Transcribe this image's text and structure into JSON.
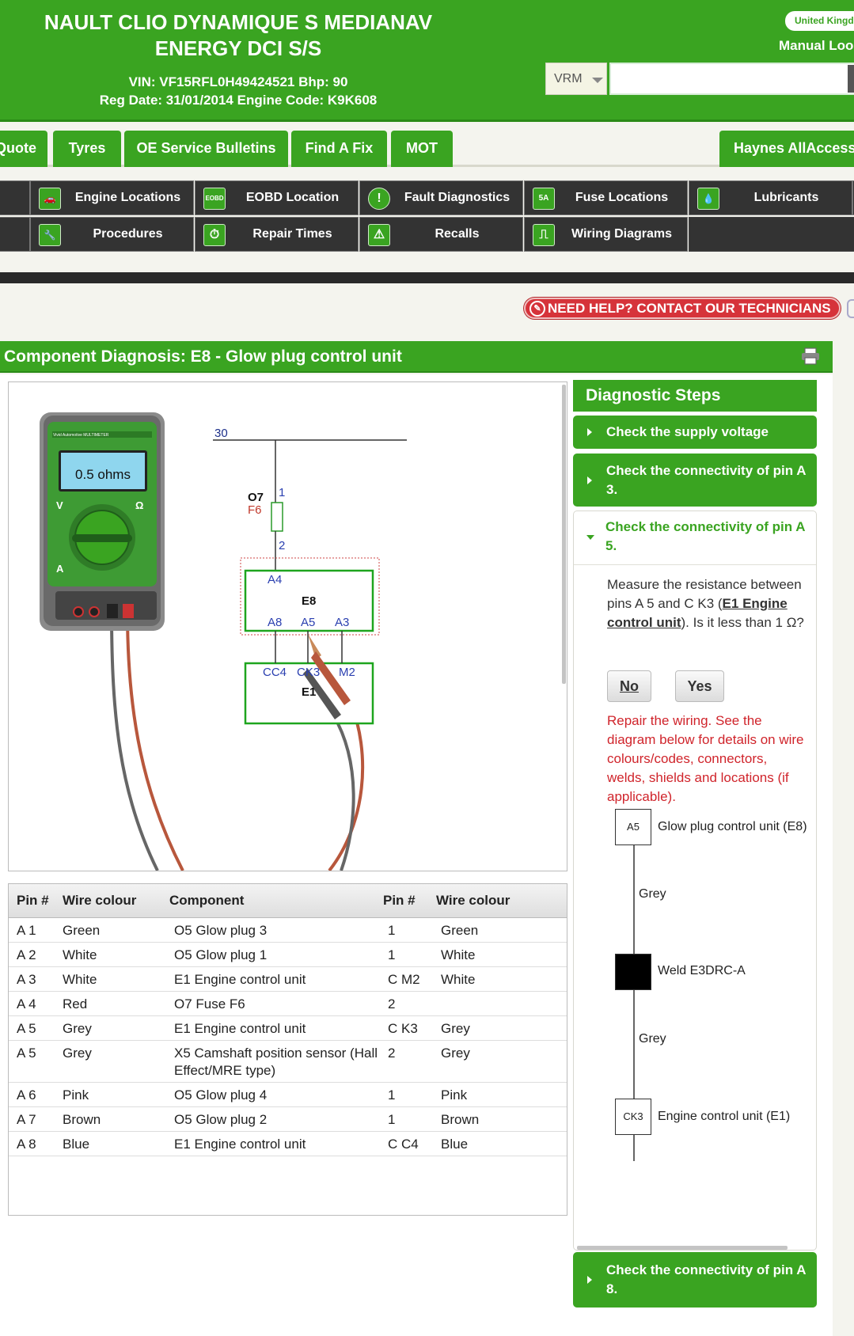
{
  "header": {
    "title": "NAULT CLIO DYNAMIQUE S MEDIANAV ENERGY DCI S/S",
    "vin_line": "VIN: VF15RFL0H49424521  Bhp: 90",
    "reg_line": "Reg Date: 31/01/2014  Engine Code: K9K608",
    "country": "United Kingdo",
    "manual_lookup": "Manual Look",
    "vrm_label": "VRM",
    "vrm_value": ""
  },
  "tabs": [
    {
      "label": "Quote"
    },
    {
      "label": "Tyres"
    },
    {
      "label": "OE Service Bulletins"
    },
    {
      "label": "Find A Fix"
    },
    {
      "label": "MOT"
    },
    {
      "label": "Haynes AllAccess"
    }
  ],
  "tools": [
    {
      "label": "Engine Locations",
      "icon": "car-icon",
      "glyph": "🚗"
    },
    {
      "label": "EOBD Location",
      "icon": "eobd-icon",
      "glyph": "EOBD"
    },
    {
      "label": "Fault Diagnostics",
      "icon": "alert-icon",
      "glyph": "!"
    },
    {
      "label": "Fuse Locations",
      "icon": "fuse-icon",
      "glyph": "5A"
    },
    {
      "label": "Lubricants",
      "icon": "oil-drop-icon",
      "glyph": "💧"
    },
    {
      "label": "Procedures",
      "icon": "wrench-icon",
      "glyph": "🔧"
    },
    {
      "label": "Repair Times",
      "icon": "stopwatch-icon",
      "glyph": "⏱"
    },
    {
      "label": "Recalls",
      "icon": "recall-icon",
      "glyph": "⚠"
    },
    {
      "label": "Wiring Diagrams",
      "icon": "wiring-icon",
      "glyph": "⎍"
    }
  ],
  "help_button": "NEED HELP? CONTACT OUR TECHNICIANS",
  "component_title": "Component Diagnosis: E8 - Glow plug control unit",
  "multimeter": {
    "reading": "0.5 ohms",
    "brand": "Vivid Automotive MULTIMETER"
  },
  "schematic": {
    "labels": {
      "supply": "30",
      "fuse_ref": "O7",
      "fuse_name": "F6",
      "pin1": "1",
      "pin2": "2",
      "e8_a4": "A4",
      "e8_name": "E8",
      "e8_a8": "A8",
      "e8_a5": "A5",
      "e8_a3": "A3",
      "e1_cc4": "CC4",
      "e1_ck3": "CK3",
      "e1_m2": "M2",
      "e1_name": "E1"
    }
  },
  "pin_table": {
    "headers": [
      "Pin #",
      "Wire colour",
      "Component",
      "Pin #",
      "Wire colour"
    ],
    "rows": [
      [
        "A 1",
        "Green",
        "O5 Glow plug 3",
        "1",
        "Green"
      ],
      [
        "A 2",
        "White",
        "O5 Glow plug 1",
        "1",
        "White"
      ],
      [
        "A 3",
        "White",
        "E1 Engine control unit",
        "C M2",
        "White"
      ],
      [
        "A 4",
        "Red",
        "O7 Fuse F6",
        "2",
        ""
      ],
      [
        "A 5",
        "Grey",
        "E1 Engine control unit",
        "C K3",
        "Grey"
      ],
      [
        "A 5",
        "Grey",
        "X5 Camshaft position sensor (Hall Effect/MRE type)",
        "2",
        "Grey"
      ],
      [
        "A 6",
        "Pink",
        "O5 Glow plug 4",
        "1",
        "Pink"
      ],
      [
        "A 7",
        "Brown",
        "O5 Glow plug 2",
        "1",
        "Brown"
      ],
      [
        "A 8",
        "Blue",
        "E1 Engine control unit",
        "C C4",
        "Blue"
      ]
    ]
  },
  "diagnostic_steps": {
    "title": "Diagnostic Steps",
    "steps": [
      {
        "label": "Check the supply voltage"
      },
      {
        "label": "Check the connectivity of pin A 3."
      },
      {
        "label": "Check the connectivity of pin A 5."
      },
      {
        "label": "Check the connectivity of pin A 8."
      }
    ],
    "question_pre": "Measure the resistance between pins A 5 and C K3 (",
    "question_link": "E1 Engine control unit",
    "question_post": "). Is it less than 1 Ω?",
    "no_label": "No",
    "yes_label": "Yes",
    "repair_text": "Repair the wiring. See the diagram below for details on wire colours/codes, connectors, welds, shields and locations (if applicable).",
    "wiring": {
      "top_pin": "A5",
      "top_label": "Glow plug control unit (E8)",
      "wire1": "Grey",
      "weld_label": "Weld  E3DRC-A",
      "wire2": "Grey",
      "bottom_pin": "CK3",
      "bottom_label": "Engine control unit (E1)"
    }
  },
  "colors": {
    "brand_green": "#3aa421",
    "help_red": "#d6333a",
    "repair_red": "#d0242b",
    "toolbar_dark": "#333333"
  }
}
